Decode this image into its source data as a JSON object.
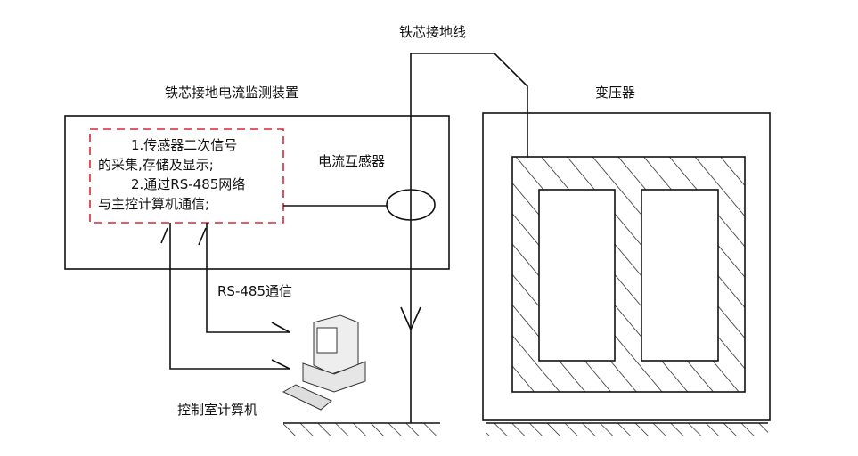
{
  "labels": {
    "core_ground_wire": "铁芯接地线",
    "monitor_device": "铁芯接地电流监测装置",
    "transformer": "变压器",
    "current_transformer": "电流互感器",
    "rs485": "RS-485通信",
    "control_computer": "控制室计算机"
  },
  "functions": {
    "line1": "1.传感器二次信号",
    "line2": "的采集,存储及显示;",
    "line3": "2.通过RS-485网络",
    "line4": "与主控计算机通信;"
  },
  "colors": {
    "function_box_border": "#d8263c",
    "line": "#111111"
  }
}
